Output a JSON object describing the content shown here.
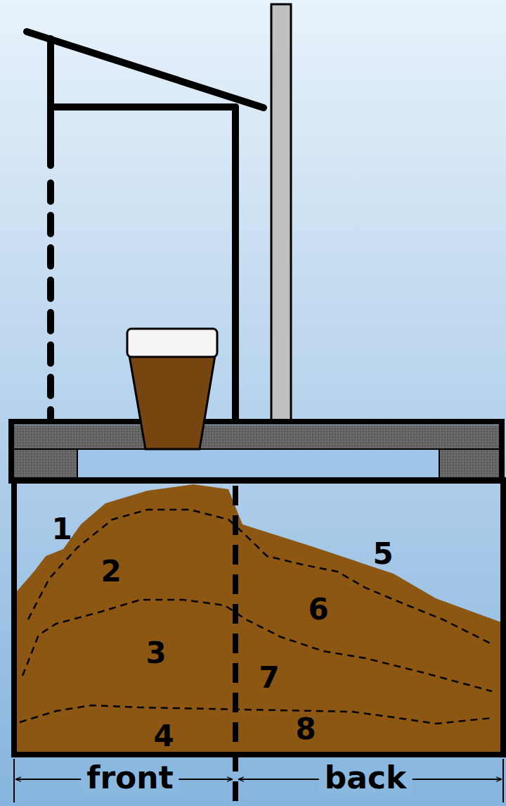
{
  "diagram": {
    "labels": [
      "1",
      "2",
      "3",
      "4",
      "5",
      "6",
      "7",
      "8",
      "front",
      "back"
    ]
  }
}
